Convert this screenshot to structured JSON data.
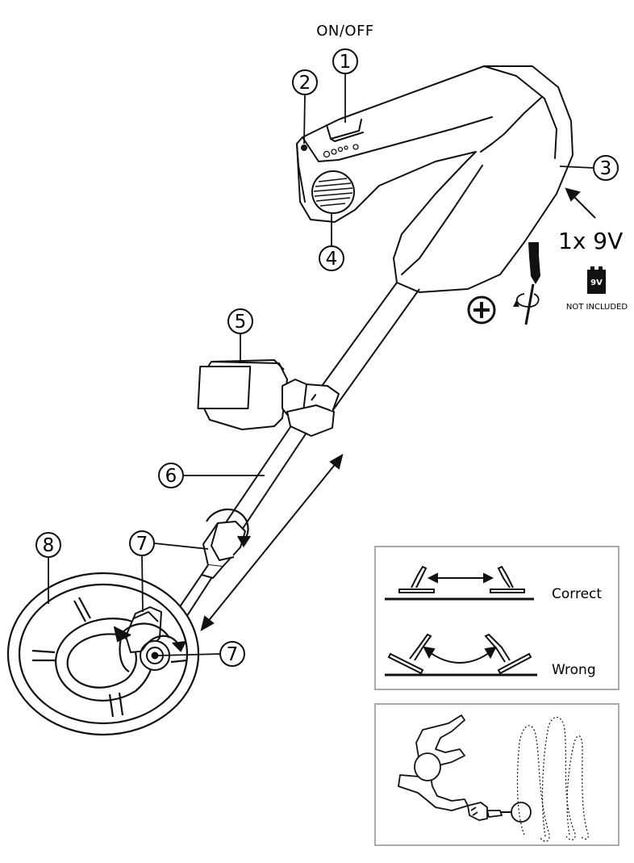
{
  "labels": {
    "on_off": "ON/OFF",
    "battery": "1x 9V",
    "battery_icon": "9V",
    "not_included": "NOT INCLUDED",
    "correct": "Correct",
    "wrong": "Wrong"
  },
  "callouts": [
    "1",
    "2",
    "3",
    "4",
    "5",
    "6",
    "7",
    "7",
    "8"
  ],
  "icons": {
    "screw": "phillips-screw-icon",
    "screwdriver": "screwdriver-icon",
    "battery": "battery-9v-icon"
  }
}
